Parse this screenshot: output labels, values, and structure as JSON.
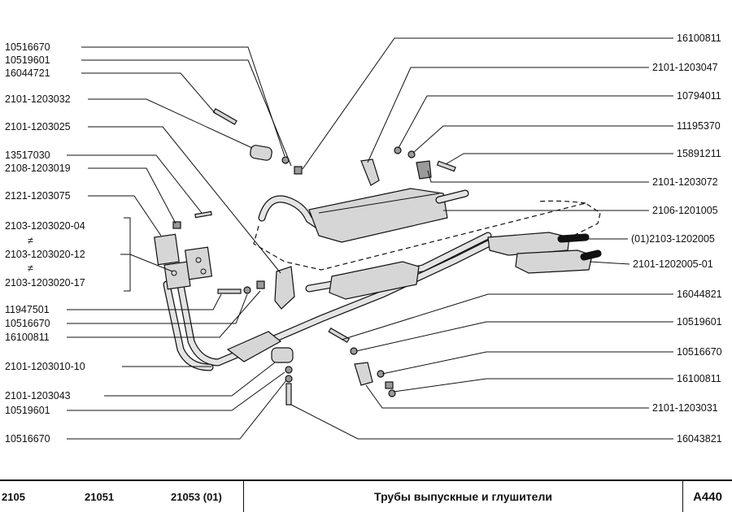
{
  "labels_left": [
    "10516670",
    "10519601",
    "16044721",
    "2101-1203032",
    "2101-1203025",
    "13517030",
    "2108-1203019",
    "2121-1203075",
    "2103-1203020-04",
    "2103-1203020-12",
    "2103-1203020-17",
    "11947501",
    "10516670",
    "16100811",
    "2101-1203010-10",
    "2101-1203043",
    "10519601",
    "10516670"
  ],
  "labels_right": [
    "16100811",
    "2101-1203047",
    "10794011",
    "11195370",
    "15891211",
    "2101-1203072",
    "2106-1201005",
    "(01)2103-1202005",
    "2101-1202005-01",
    "16044821",
    "10519601",
    "10516670",
    "16100811",
    "2101-1203031",
    "16043821"
  ],
  "not_equal_symbol": "≠",
  "footer": {
    "models": [
      "2105",
      "21051",
      "21053 (01)"
    ],
    "title": "Трубы выпускные и глушители",
    "code": "А440"
  },
  "colors": {
    "line": "#111111",
    "part_fill": "#d6d6d6",
    "background": "#ffffff"
  }
}
